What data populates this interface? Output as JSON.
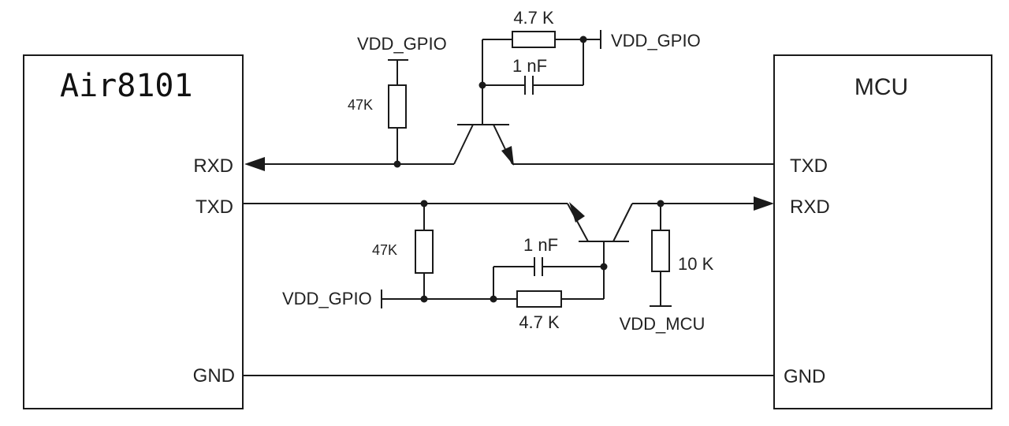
{
  "blocks": {
    "left": {
      "title": "Air8101",
      "pins": {
        "rxd": "RXD",
        "txd": "TXD",
        "gnd": "GND"
      }
    },
    "right": {
      "title": "MCU",
      "pins": {
        "txd": "TXD",
        "rxd": "RXD",
        "gnd": "GND"
      }
    }
  },
  "top_circuit": {
    "vdd_left": "VDD_GPIO",
    "pullup": "47K",
    "resistor": "4.7 K",
    "capacitor": "1 nF",
    "vdd_right": "VDD_GPIO"
  },
  "bottom_circuit": {
    "pullup": "47K",
    "vdd_left": "VDD_GPIO",
    "capacitor": "1 nF",
    "resistor": "4.7 K",
    "pullup_mcu": "10 K",
    "vdd_mcu": "VDD_MCU"
  }
}
